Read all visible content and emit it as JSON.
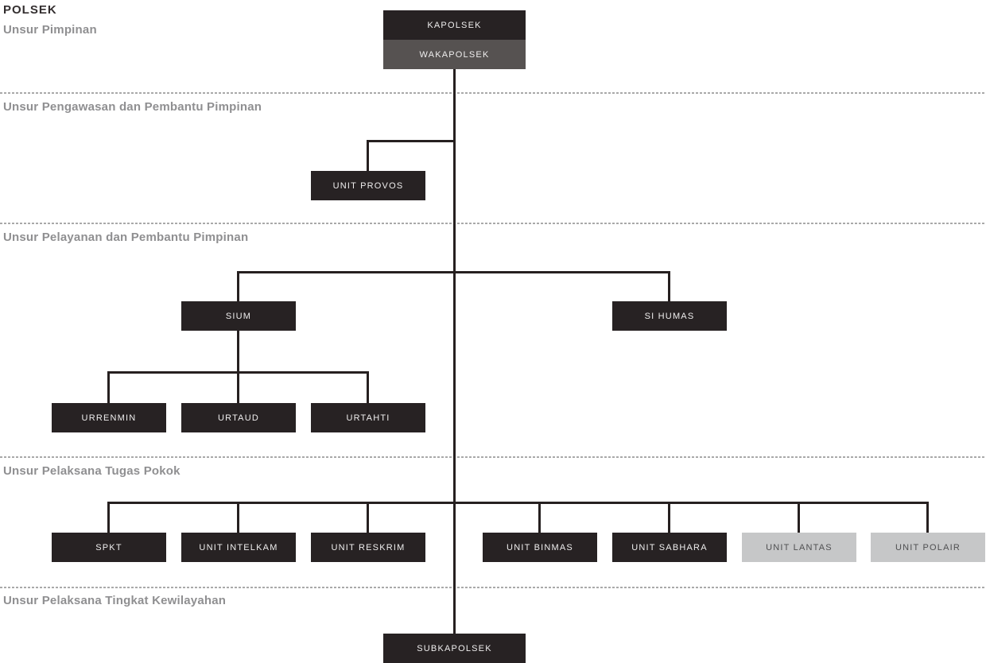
{
  "title": "POLSEK",
  "sections": [
    {
      "label": "Unsur Pimpinan"
    },
    {
      "label": "Unsur Pengawasan dan Pembantu Pimpinan"
    },
    {
      "label": "Unsur Pelayanan dan Pembantu Pimpinan"
    },
    {
      "label": "Unsur Pelaksana Tugas Pokok"
    },
    {
      "label": "Unsur Pelaksana Tingkat Kewilayahan"
    }
  ],
  "nodes": {
    "kapolsek": {
      "label": "KAPOLSEK",
      "variant": "dark"
    },
    "wakapolsek": {
      "label": "WAKAPOLSEK",
      "variant": "gray"
    },
    "unit_provos": {
      "label": "UNIT PROVOS",
      "variant": "dark"
    },
    "sium": {
      "label": "SIUM",
      "variant": "dark"
    },
    "si_humas": {
      "label": "SI HUMAS",
      "variant": "dark"
    },
    "urrenmin": {
      "label": "URRENMIN",
      "variant": "dark"
    },
    "urtaud": {
      "label": "URTAUD",
      "variant": "dark"
    },
    "urtahti": {
      "label": "URTAHTI",
      "variant": "dark"
    },
    "spkt": {
      "label": "SPKT",
      "variant": "dark"
    },
    "unit_intelkam": {
      "label": "UNIT INTELKAM",
      "variant": "dark"
    },
    "unit_reskrim": {
      "label": "UNIT RESKRIM",
      "variant": "dark"
    },
    "unit_binmas": {
      "label": "UNIT BINMAS",
      "variant": "dark"
    },
    "unit_sabhara": {
      "label": "UNIT SABHARA",
      "variant": "dark"
    },
    "unit_lantas": {
      "label": "UNIT LANTAS",
      "variant": "light"
    },
    "unit_polair": {
      "label": "UNIT POLAIR",
      "variant": "light"
    },
    "subkapolsek": {
      "label": "SUBKAPOLSEK",
      "variant": "dark"
    }
  },
  "theme": {
    "background": "#ffffff",
    "title_color": "#332e2f",
    "section_label_color": "#8f8f91",
    "node_dark": "#272223",
    "node_gray": "#565251",
    "node_light": "#c6c7c8",
    "node_text_light": "#efeeee",
    "node_text_dark": "#4f4f51",
    "connector_color": "#262020",
    "divider_color": "#a9a9a9"
  }
}
